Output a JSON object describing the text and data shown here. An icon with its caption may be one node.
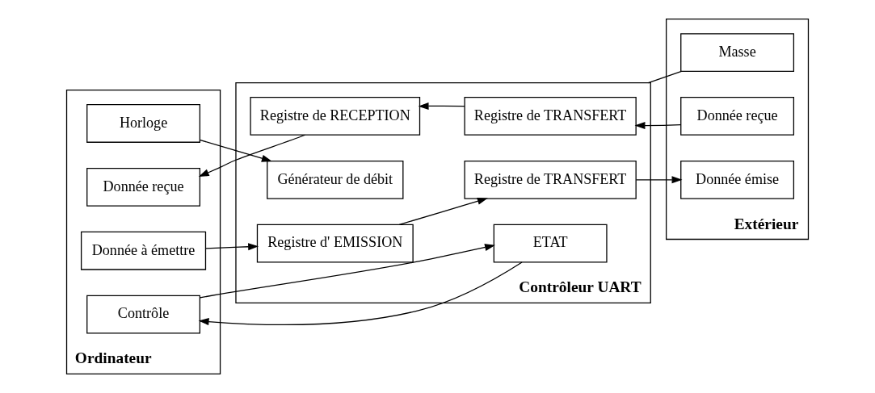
{
  "diagram": {
    "nodes": [
      {
        "text": [
          "Ordinateur"
        ]
      },
      {
        "text": [
          "Donnée reçue"
        ],
        "in": 0
      },
      {
        "text": [
          "Contrôle"
        ],
        "in": 0
      },
      {
        "text": [
          "Donnée à émettre"
        ],
        "in": 0
      },
      {
        "text": [
          "Horloge"
        ],
        "in": 0
      },
      {
        "text": [
          "Contrôleur UART"
        ]
      },
      {
        "text": [
          "Registre de RECEPTION"
        ],
        "in": 5
      },
      {
        "text": [
          "Registre de TRANSFERT"
        ],
        "in": 5
      },
      {
        "text": [
          "ETAT"
        ],
        "in": 5
      },
      {
        "text": [
          "Registre d' EMISSION"
        ],
        "in": 5
      },
      {
        "text": [
          "Registre de TRANSFERT"
        ],
        "in": 5
      },
      {
        "text": [
          "Générateur de débit"
        ],
        "in": 5
      },
      {
        "text": [
          "Extérieur"
        ]
      },
      {
        "text": [
          "Donnée reçue"
        ],
        "in": 12
      },
      {
        "text": [
          "Donnée émise"
        ],
        "in": 12
      },
      {
        "text": [
          "Masse"
        ],
        "in": 12
      }
    ],
    "edges": [
      {
        "from": 13,
        "to": 7,
        "arrow": "to"
      },
      {
        "from": 7,
        "to": 6,
        "arrow": "to"
      },
      {
        "from": 6,
        "to": 1,
        "arrow": "to"
      },
      {
        "from": 8,
        "to": 2,
        "arrow": "to"
      },
      {
        "from": 2,
        "to": 8,
        "arrow": "to"
      },
      {
        "from": 3,
        "to": 9,
        "arrow": "to"
      },
      {
        "from": 9,
        "to": 10,
        "arrow": "to"
      },
      {
        "from": 10,
        "to": 14,
        "arrow": "to"
      },
      {
        "from": 4,
        "to": 11,
        "arrow": "to"
      },
      {
        "from": 5,
        "to": 15,
        "arrow": "none"
      }
    ]
  }
}
